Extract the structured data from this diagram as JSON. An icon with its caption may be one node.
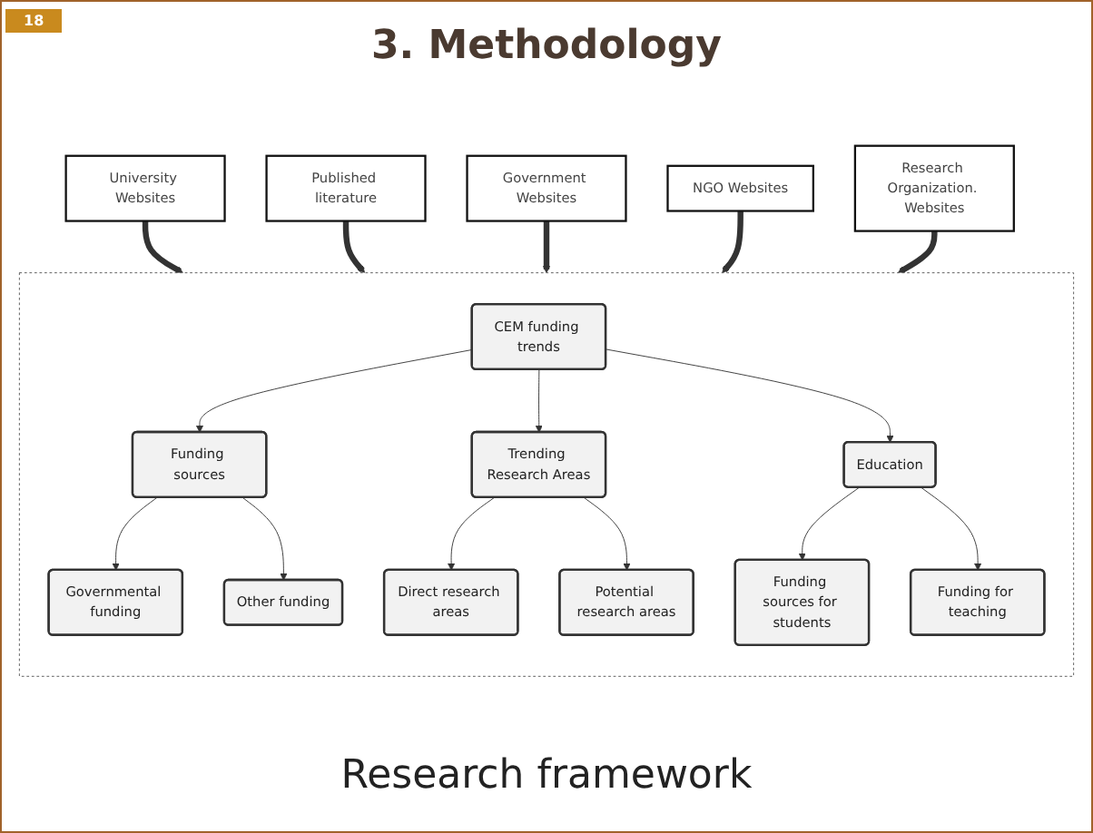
{
  "diagram": {
    "title": "3. Methodology",
    "caption": "Research framework",
    "nodes": [
      {
        "text": [],
        "shape": "box"
      },
      {
        "text": [
          "CEM funding trends"
        ],
        "in": 0
      },
      {
        "text": [
          "Funding sources"
        ],
        "in": 0
      },
      {
        "text": [
          "Trending Research Areas"
        ],
        "in": 0
      },
      {
        "text": [
          "Education"
        ],
        "in": 0
      },
      {
        "text": [
          "Governmental funding"
        ],
        "in": 0
      },
      {
        "text": [
          "Other funding"
        ],
        "in": 0
      },
      {
        "text": [
          "Direct research areas"
        ],
        "in": 0
      },
      {
        "text": [
          "Potential research areas"
        ],
        "in": 0
      },
      {
        "text": [
          "Funding sources for students"
        ],
        "in": 0
      },
      {
        "text": [
          "Funding for teaching"
        ],
        "in": 0
      },
      {
        "text": [
          "University Websites"
        ]
      },
      {
        "text": [
          "Published literature"
        ]
      },
      {
        "text": [
          "Government Websites"
        ]
      },
      {
        "text": [
          "NGO Websites"
        ]
      },
      {
        "text": [
          "Research Organization. Websites"
        ]
      }
    ],
    "edges": [
      {
        "from": 1,
        "to": 2,
        "arrow": "to"
      },
      {
        "from": 1,
        "to": 3,
        "arrow": "to"
      },
      {
        "from": 1,
        "to": 4,
        "arrow": "to"
      },
      {
        "from": 2,
        "to": 5,
        "arrow": "to"
      },
      {
        "from": 2,
        "to": 6,
        "arrow": "to"
      },
      {
        "from": 3,
        "to": 7,
        "arrow": "to"
      },
      {
        "from": 3,
        "to": 8,
        "arrow": "to"
      },
      {
        "from": 4,
        "to": 9,
        "arrow": "to"
      },
      {
        "from": 4,
        "to": 10,
        "arrow": "to"
      },
      {
        "from": 11,
        "to": 0,
        "arrow": "to",
        "style": "thick"
      },
      {
        "from": 12,
        "to": 0,
        "arrow": "to",
        "style": "thick"
      },
      {
        "from": 13,
        "to": 0,
        "arrow": "to",
        "style": "thick"
      },
      {
        "from": 14,
        "to": 0,
        "arrow": "to",
        "style": "thick"
      },
      {
        "from": 15,
        "to": 0,
        "arrow": "to",
        "style": "thick"
      }
    ],
    "labels": [
      "18"
    ]
  }
}
